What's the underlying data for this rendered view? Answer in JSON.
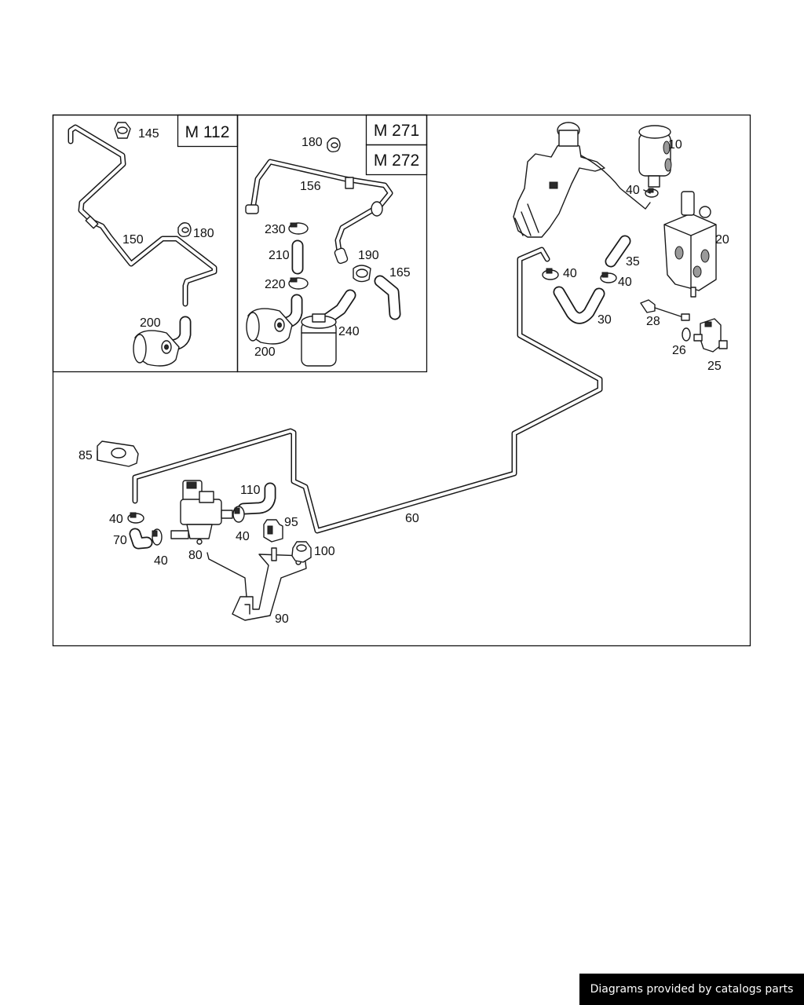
{
  "variants": {
    "m112": "M 112",
    "m271": "M 271",
    "m272": "M 272"
  },
  "callouts": {
    "c10": "10",
    "c20": "20",
    "c25": "25",
    "c26": "26",
    "c28": "28",
    "c30": "30",
    "c35": "35",
    "c40": "40",
    "c60": "60",
    "c70": "70",
    "c80": "80",
    "c85": "85",
    "c90": "90",
    "c95": "95",
    "c100": "100",
    "c110": "110",
    "c145": "145",
    "c150": "150",
    "c156": "156",
    "c165": "165",
    "c180": "180",
    "c190": "190",
    "c200": "200",
    "c210": "210",
    "c220": "220",
    "c230": "230",
    "c240": "240"
  },
  "credit": "Diagrams provided by catalogs parts"
}
